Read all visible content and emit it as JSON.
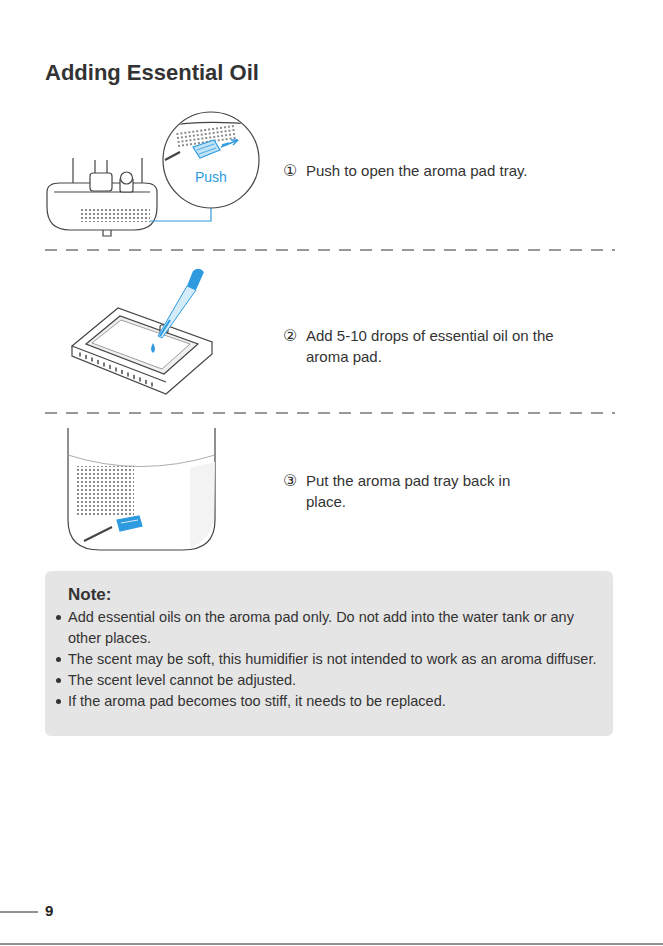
{
  "diagram": {
    "title": "Adding Essential Oil",
    "nodes": [
      {
        "text": [
          "Note:",
          "Add essential oils on the aroma pad only. Do not add into the water tank or any other places.",
          "The scent may be soft, this humidifier is not intended to work as an aroma diffuser.",
          "The scent level cannot be adjusted.",
          "If the aroma pad becomes too stiff, it needs to be replaced."
        ]
      }
    ],
    "labels": [
      "Push",
      "①",
      "Push to open the aroma pad tray.",
      "②",
      "Add 5-10 drops of essential oil on the aroma pad.",
      "③",
      "Put the aroma pad tray back in place.",
      "9"
    ]
  }
}
